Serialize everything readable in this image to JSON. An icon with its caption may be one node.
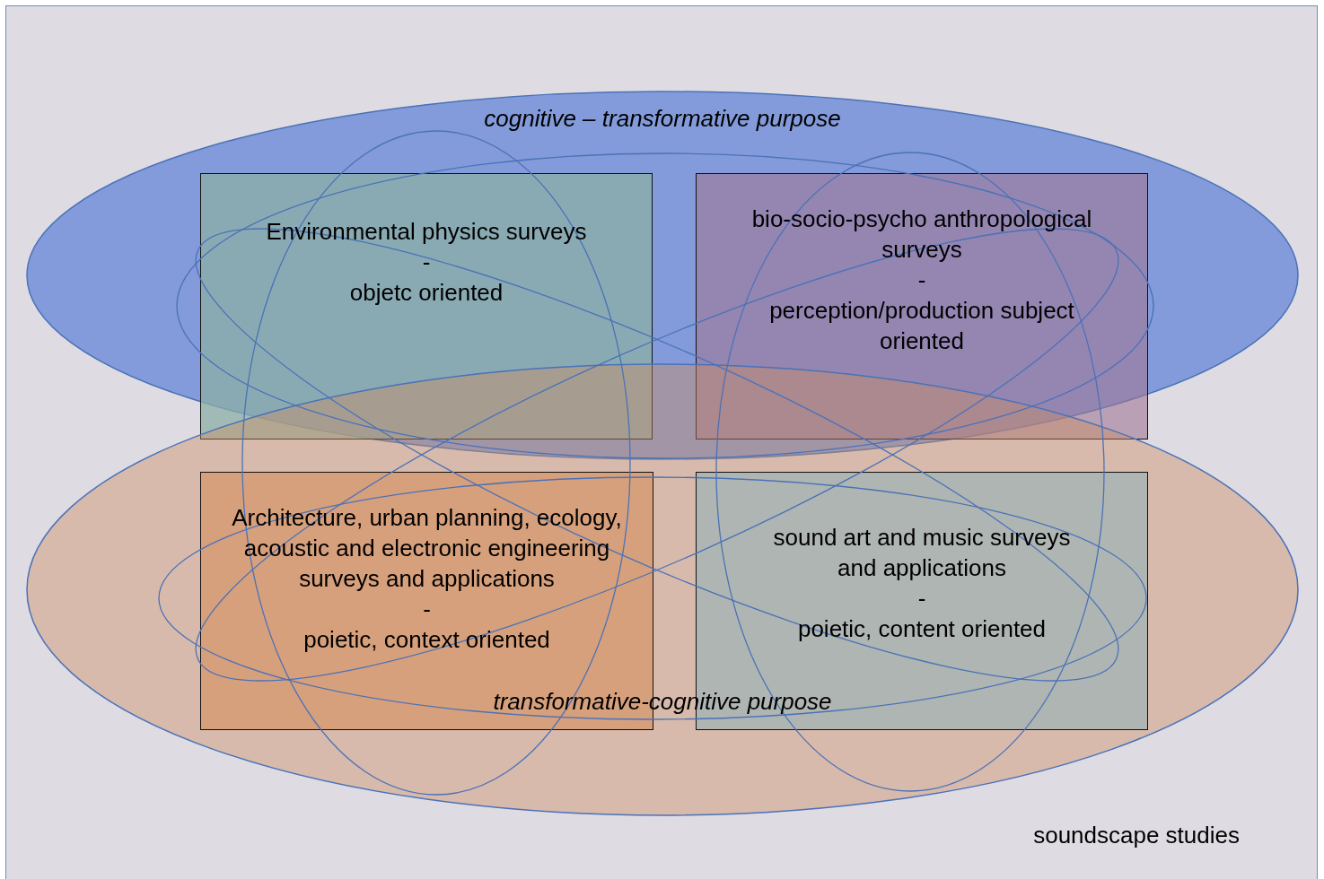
{
  "diagram": {
    "nodes": [
      {
        "text": [
          "soundscape studies"
        ]
      },
      {
        "text": [
          "cognitive – transformative purpose"
        ],
        "in": 0
      },
      {
        "text": [
          "transformative-cognitive purpose"
        ],
        "in": 0
      },
      {
        "text": [
          "Environmental physics surveys",
          "-",
          "objetc oriented"
        ],
        "in": 1
      },
      {
        "text": [
          "bio-socio-psycho anthropological surveys",
          "-",
          "perception/production subject oriented"
        ],
        "in": 1
      },
      {
        "text": [
          "Architecture, urban planning, ecology, acoustic and electronic engineering surveys and applications",
          "-",
          "poietic, context oriented"
        ],
        "in": 2
      },
      {
        "text": [
          "sound art and music surveys and applications",
          "-",
          "poietic, content oriented"
        ],
        "in": 2
      }
    ],
    "edges": []
  }
}
